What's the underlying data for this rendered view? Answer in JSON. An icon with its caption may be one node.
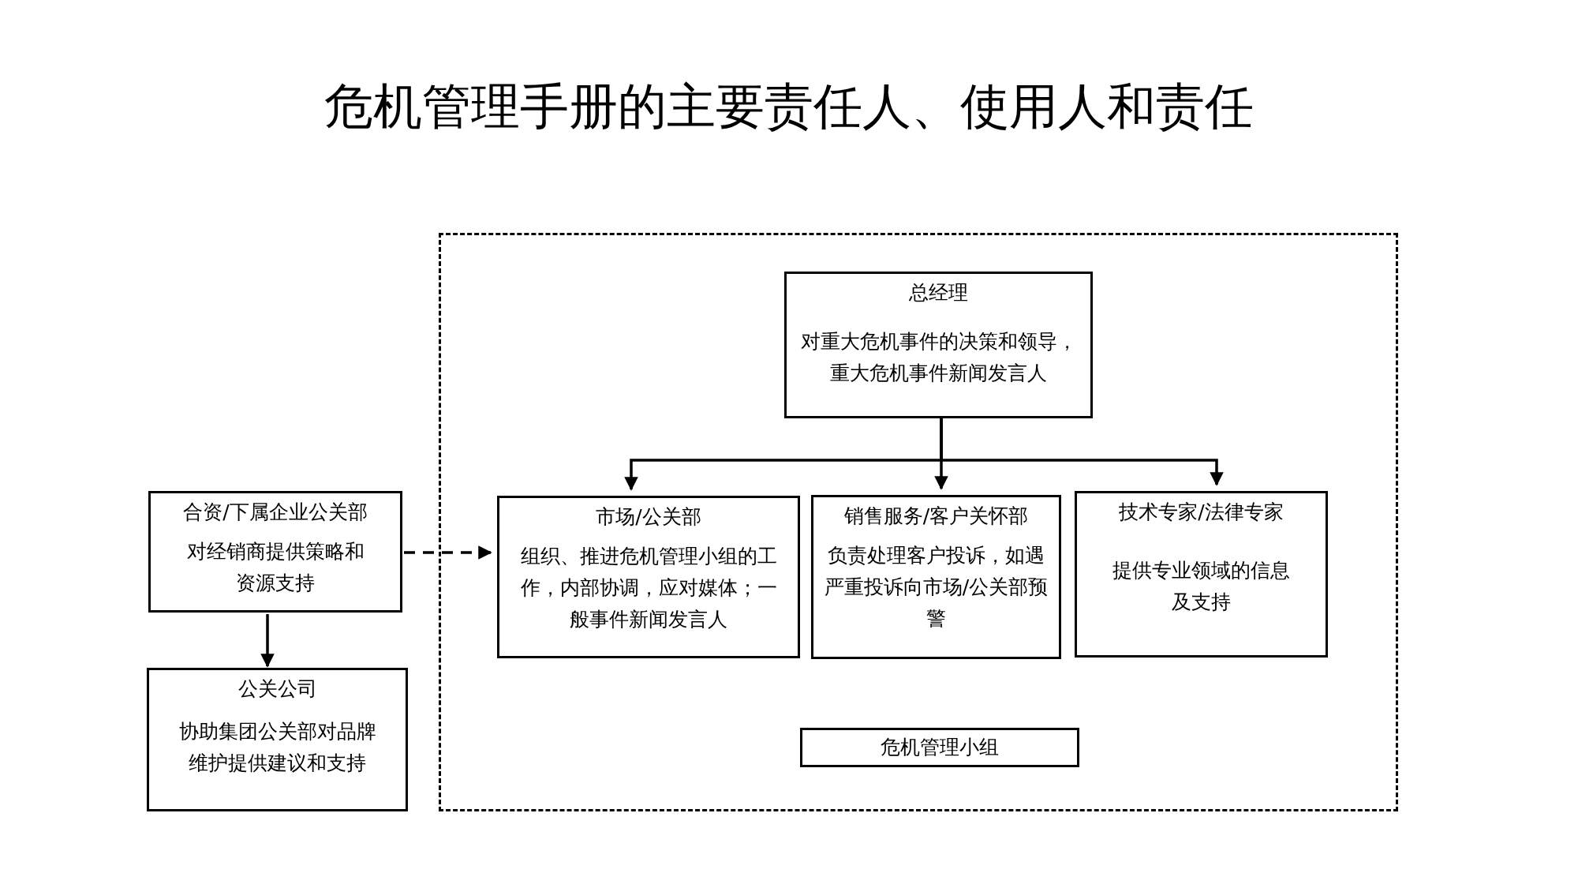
{
  "diagram": {
    "title": "危机管理手册的主要责任人、使用人和责任",
    "nodes": [
      {
        "text": [
          "合资/下属企业公关部",
          "对经销商提供策略和资源支持"
        ]
      },
      {
        "text": [
          "公关公司",
          "协助集团公关部对品牌维护提供建议和支持"
        ]
      },
      {
        "text": [],
        "shape": "box"
      },
      {
        "text": [
          "总经理",
          "对重大危机事件的决策和领导，重大危机事件新闻发言人"
        ],
        "in": 2
      },
      {
        "text": [
          "市场/公关部",
          "组织、推进危机管理小组的工作，内部协调，应对媒体；一般事件新闻发言人"
        ],
        "in": 2
      },
      {
        "text": [
          "销售服务/客户关怀部",
          "负责处理客户投诉，如遇严重投诉向市场/公关部预警"
        ],
        "in": 2
      },
      {
        "text": [
          "技术专家/法律专家",
          "提供专业领域的信息及支持"
        ],
        "in": 2
      },
      {
        "text": [
          "危机管理小组"
        ],
        "in": 2
      }
    ],
    "edges": [
      {
        "from": 3,
        "to": 4,
        "arrow": "to"
      },
      {
        "from": 3,
        "to": 5,
        "arrow": "to"
      },
      {
        "from": 3,
        "to": 6,
        "arrow": "to"
      },
      {
        "from": 0,
        "to": 4,
        "arrow": "to",
        "style": "dashed"
      },
      {
        "from": 0,
        "to": 1,
        "arrow": "to"
      }
    ]
  }
}
